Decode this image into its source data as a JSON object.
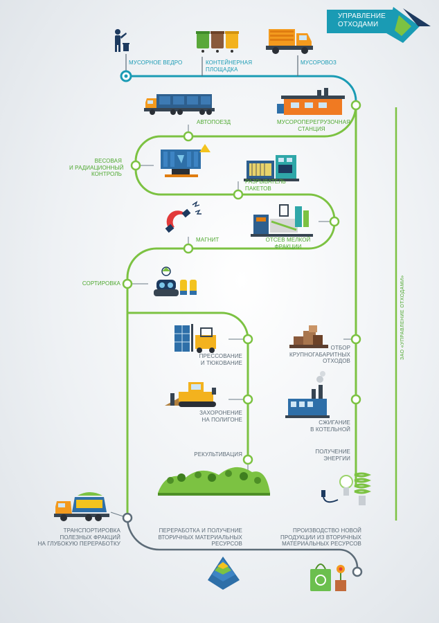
{
  "brand": {
    "logo_line1": "УПРАВЛЕНИЕ",
    "logo_line2": "ОТХОДАМИ"
  },
  "company_vertical": "ЗАО «УПРАВЛЕНИЕ ОТХОДАМИ»",
  "steps": {
    "bin": "МУСОРНОЕ ВЕДРО",
    "container_line1": "КОНТЕЙНЕРНАЯ",
    "container_line2": "ПЛОЩАДКА",
    "garbage_truck": "МУСОРОВОЗ",
    "transfer_line1": "МУСОРОПЕРЕГРУЗОЧНАЯ",
    "transfer_line2": "СТАНЦИЯ",
    "road_train": "АВТОПОЕЗД",
    "weight_line1": "ВЕСОВАЯ",
    "weight_line2": "И РАДИАЦИОННЫЙ",
    "weight_line3": "КОНТРОЛЬ",
    "bag_breaker_line1": "РАЗРЫВАТЕЛЬ",
    "bag_breaker_line2": "ПАКЕТОВ",
    "magnet": "МАГНИТ",
    "screening_line1": "ОТСЕВ МЕЛКОЙ",
    "screening_line2": "ФРАКЦИИ",
    "sorting": "СОРТИРОВКА",
    "pressing_line1": "ПРЕССОВАНИЕ",
    "pressing_line2": "И ТЮКОВАНИЕ",
    "landfill_line1": "ЗАХОРОНЕНИЕ",
    "landfill_line2": "НА ПОЛИГОНЕ",
    "recultivation": "РЕКУЛЬТИВАЦИЯ",
    "bulky_line1": "ОТБОР",
    "bulky_line2": "КРУПНОГАБАРИТНЫХ",
    "bulky_line3": "ОТХОДОВ",
    "burning_line1": "СЖИГАНИЕ",
    "burning_line2": "В КОТЕЛЬНОЙ",
    "energy_line1": "ПОЛУЧЕНИЕ",
    "energy_line2": "ЭНЕРГИИ",
    "transport_line1": "ТРАНСПОРТИРОВКА",
    "transport_line2": "ПОЛЕЗНЫХ ФРАКЦИЙ",
    "transport_line3": "НА ГЛУБОКУЮ ПЕРЕРАБОТКУ",
    "processing_line1": "ПЕРЕРАБОТКА И ПОЛУЧЕНИЕ",
    "processing_line2": "ВТОРИЧНЫХ МАТЕРИАЛЬНЫХ",
    "processing_line3": "РЕСУРСОВ",
    "production_line1": "ПРОИЗВОДСТВО НОВОЙ",
    "production_line2": "ПРОДУКЦИИ ИЗ ВТОРИЧНЫХ",
    "production_line3": "МАТЕРИАЛЬНЫХ РЕСУРСОВ"
  },
  "colors": {
    "teal": "#1a9bb4",
    "green": "#7cc242",
    "gray": "#5b6a76",
    "navy": "#1d3a5f",
    "orange": "#f39a1e"
  }
}
